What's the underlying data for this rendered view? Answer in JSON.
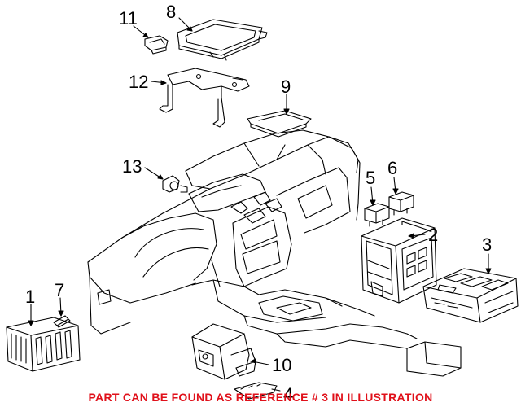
{
  "callouts": {
    "c1": "1",
    "c2": "2",
    "c3": "3",
    "c4": "4",
    "c5": "5",
    "c6": "6",
    "c7": "7",
    "c8": "8",
    "c9": "9",
    "c10": "10",
    "c11": "11",
    "c12": "12",
    "c13": "13"
  },
  "footer_note": "PART CAN BE FOUND AS REFERENCE # 3 IN ILLUSTRATION",
  "colors": {
    "line": "#000000",
    "note": "#e0101a",
    "background": "#ffffff"
  }
}
